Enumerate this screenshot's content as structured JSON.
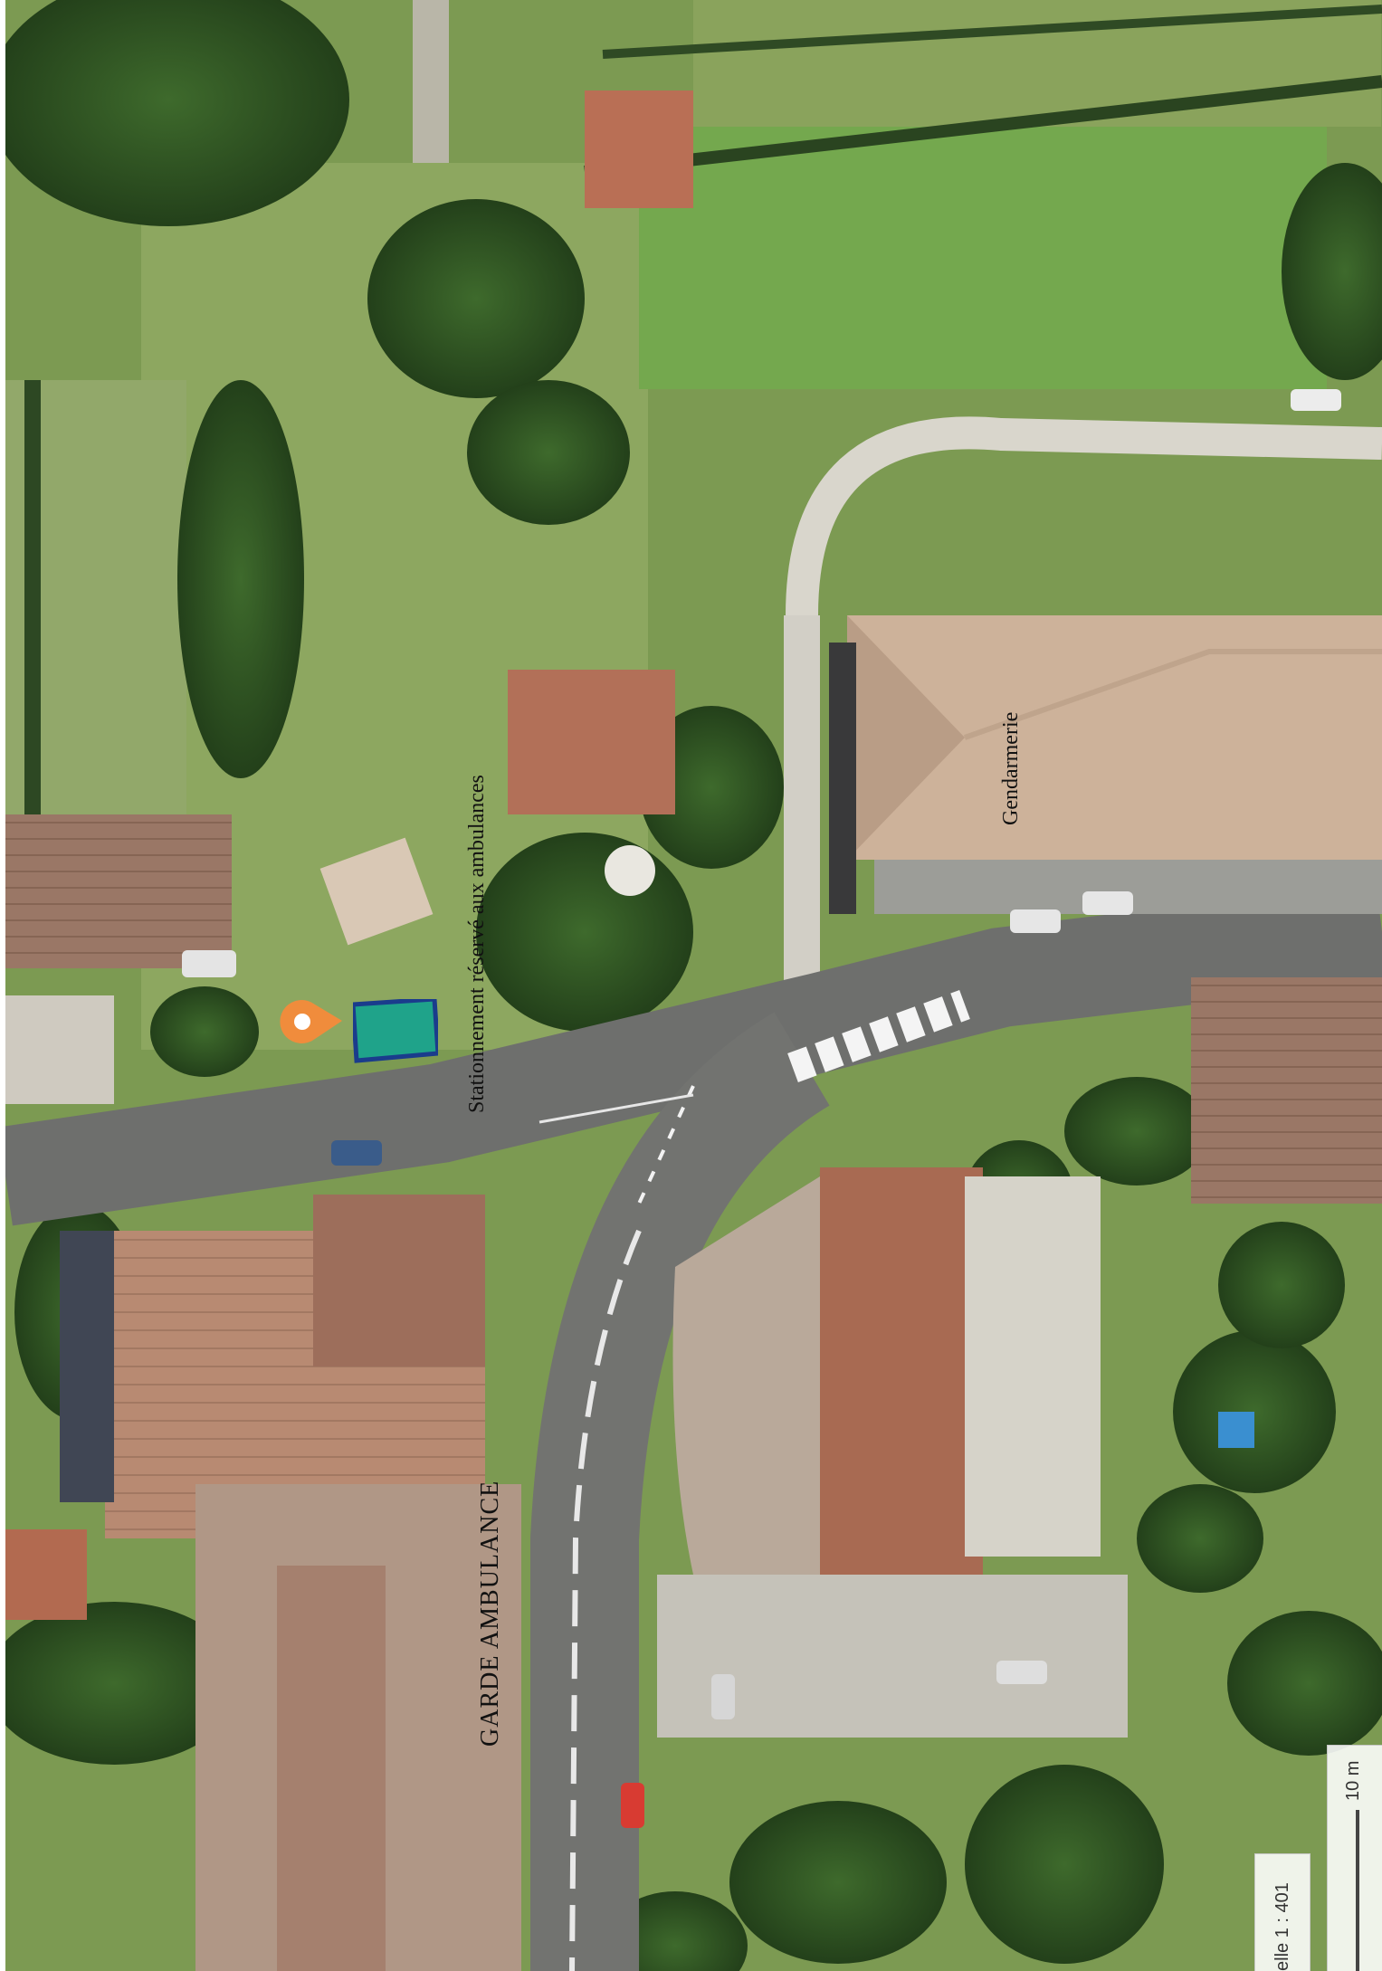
{
  "map": {
    "labels": {
      "stationnement": "Stationnement réservé aux ambulances",
      "garde_ambulance": "GARDE AMBULANCE",
      "gendarmerie": "Gendarmerie"
    },
    "scale": {
      "ratio": "elle 1 : 401",
      "length": "10 m"
    },
    "colors": {
      "marker": "#f08c3c",
      "parking_zone": "#1fa38a",
      "parking_border": "#1a3c8c"
    },
    "icons": [
      "location-pin-icon"
    ]
  }
}
